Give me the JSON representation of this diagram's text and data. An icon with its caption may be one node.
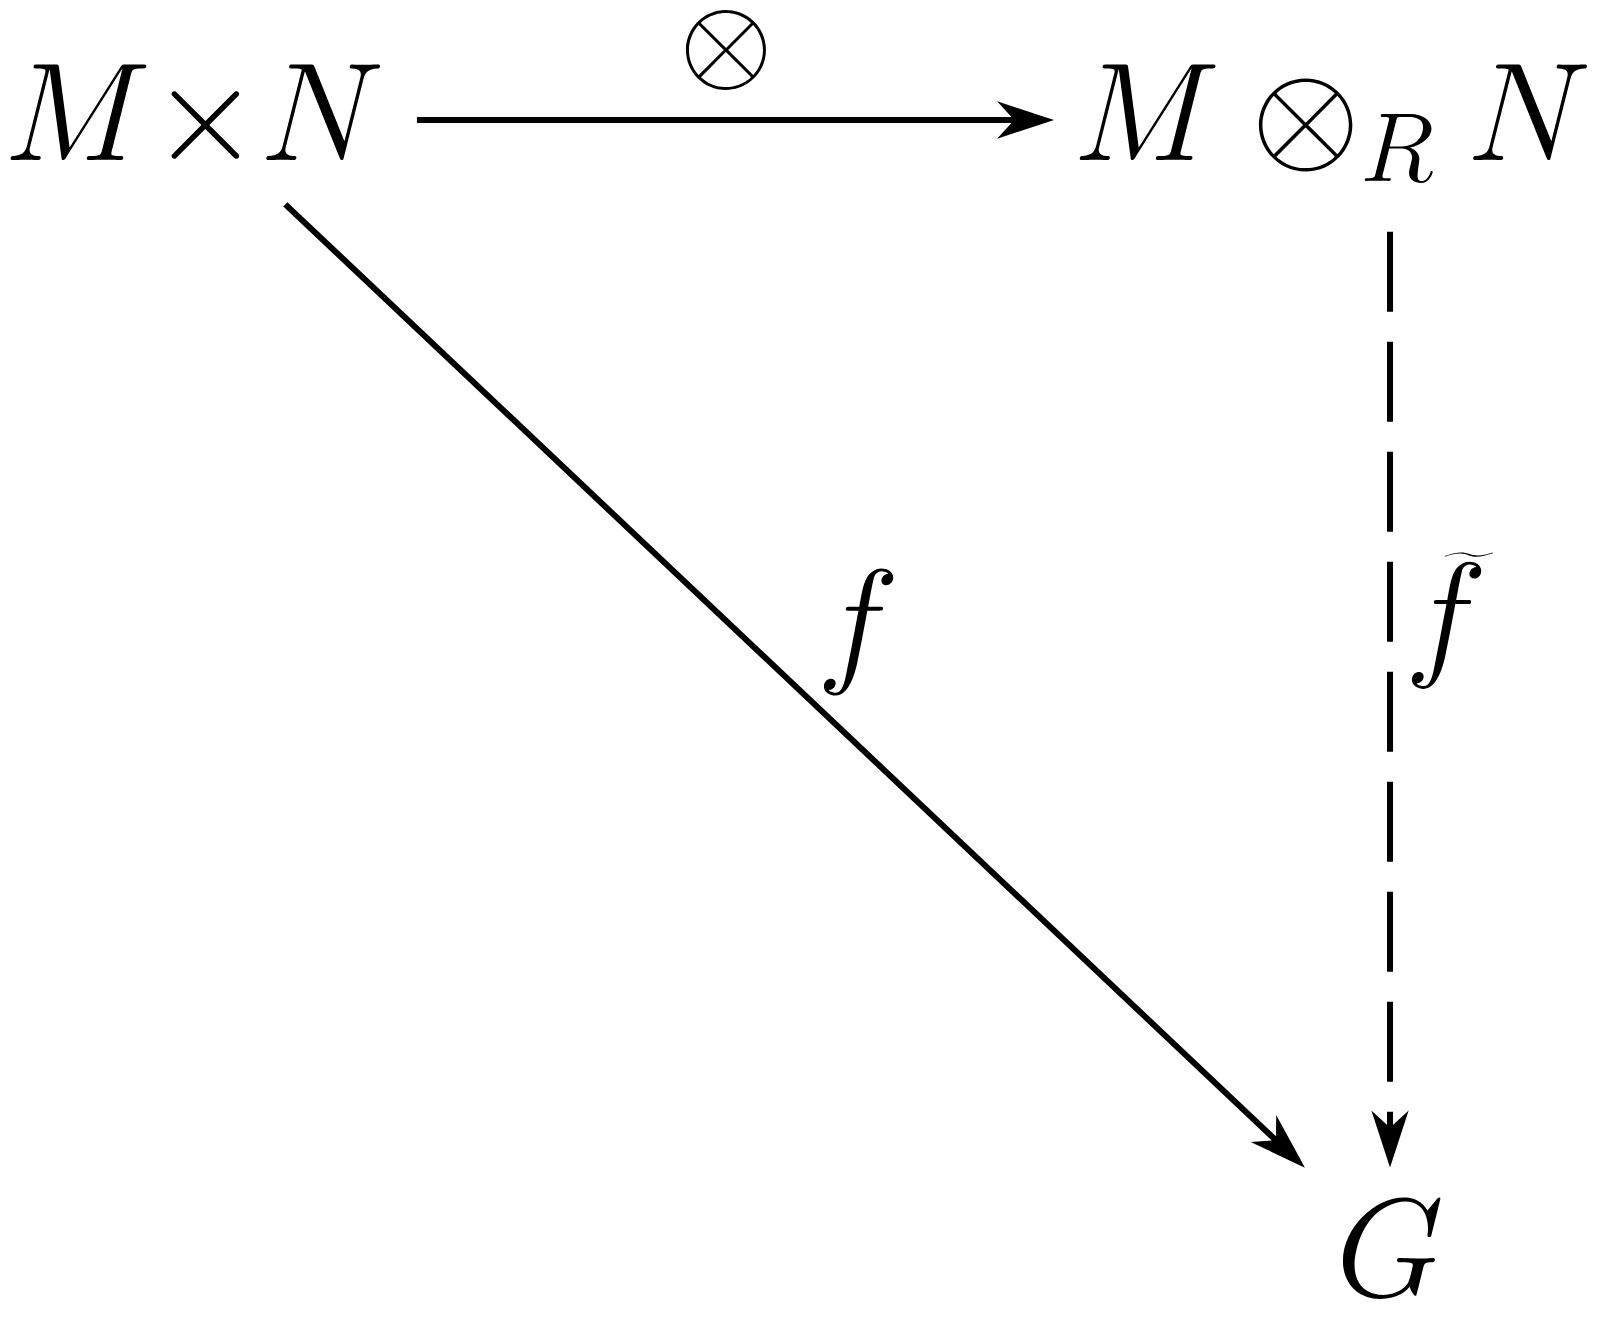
{
  "diagram": {
    "nodes": [
      {
        "text": [
          "M{\\times}N"
        ]
      },
      {
        "text": [
          "M \\otimes_R N"
        ]
      },
      {
        "text": [
          "G"
        ]
      }
    ],
    "edges": [
      {
        "from": 0,
        "to": 1,
        "arrow": "to",
        "label": "\\otimes"
      },
      {
        "from": 0,
        "to": 2,
        "arrow": "to",
        "label": "f"
      },
      {
        "from": 1,
        "to": 2,
        "arrow": "to",
        "label": "\\widetilde{f}",
        "style": "dashed"
      }
    ]
  }
}
